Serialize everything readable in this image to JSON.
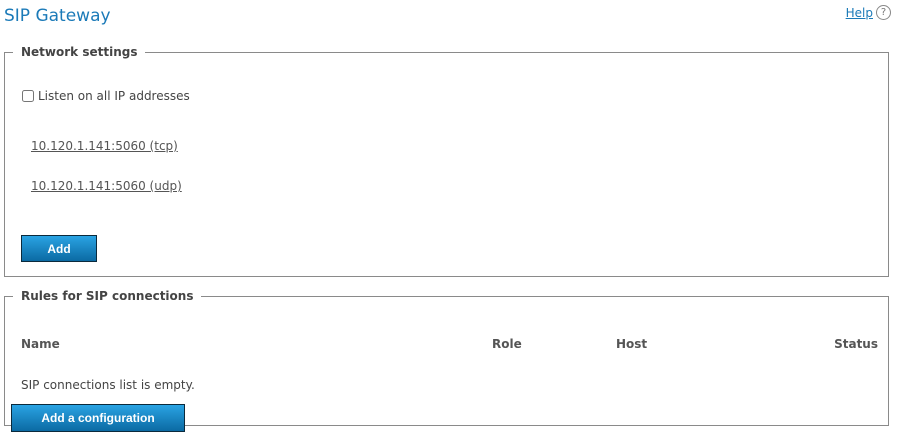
{
  "page": {
    "title": "SIP Gateway",
    "help_label": "Help",
    "help_icon": "?"
  },
  "network": {
    "legend": "Network settings",
    "listen_all_label": "Listen on all IP addresses",
    "listen_all_checked": false,
    "addresses": [
      "10.120.1.141:5060 (tcp)",
      "10.120.1.141:5060 (udp)"
    ],
    "add_label": "Add"
  },
  "rules": {
    "legend": "Rules for SIP connections",
    "columns": [
      "Name",
      "Role",
      "Host",
      "Status"
    ],
    "empty_text": "SIP connections list is empty.",
    "add_label": "Add a configuration"
  },
  "colors": {
    "accent": "#1b7ab8",
    "button_top": "#2aa3e3",
    "button_bottom": "#0b6aa3"
  }
}
